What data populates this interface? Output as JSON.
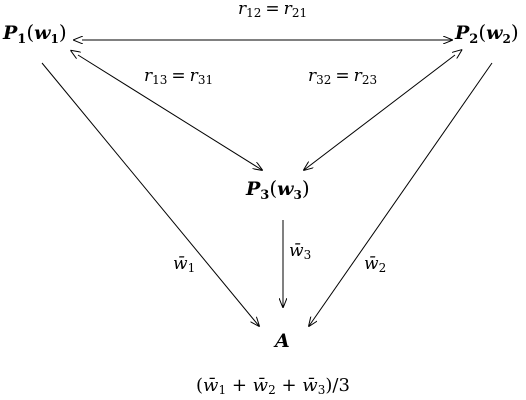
{
  "nodes": {
    "p1": {
      "symbol": "P",
      "index": "1",
      "weight": "w",
      "weight_index": "1"
    },
    "p2": {
      "symbol": "P",
      "index": "2",
      "weight": "w",
      "weight_index": "2"
    },
    "p3": {
      "symbol": "P",
      "index": "3",
      "weight": "w",
      "weight_index": "3"
    },
    "a": {
      "symbol": "A"
    }
  },
  "edge_labels": {
    "r12": {
      "left": "r",
      "left_index": "12",
      "eq": "=",
      "right": "r",
      "right_index": "21"
    },
    "r13": {
      "left": "r",
      "left_index": "13",
      "eq": "=",
      "right": "r",
      "right_index": "31"
    },
    "r32": {
      "left": "r",
      "left_index": "32",
      "eq": "=",
      "right": "r",
      "right_index": "23"
    },
    "w1bar": {
      "symbol": "w̄",
      "index": "1"
    },
    "w2bar": {
      "symbol": "w̄",
      "index": "2"
    },
    "w3bar": {
      "symbol": "w̄",
      "index": "3"
    }
  },
  "formula": {
    "open": "(",
    "t1": "w̄",
    "t1_index": "1",
    "plus1": "+",
    "t2": "w̄",
    "t2_index": "2",
    "plus2": "+",
    "t3": "w̄",
    "t3_index": "3",
    "close": ")",
    "divide": "/",
    "denominator": "3"
  },
  "colors": {
    "ink": "#000000",
    "background": "#ffffff"
  }
}
